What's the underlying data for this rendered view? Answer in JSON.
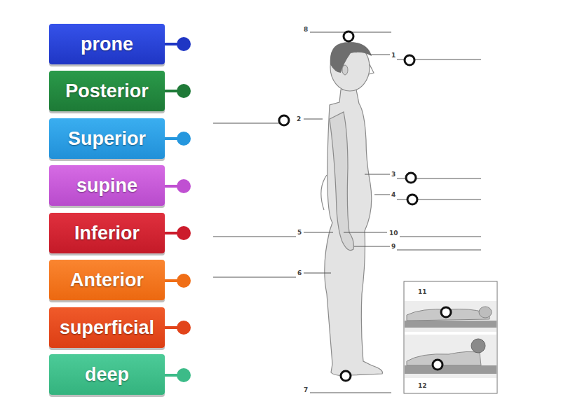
{
  "diagram": {
    "nodes": [
      {
        "text": [
          "prone"
        ]
      },
      {
        "text": [
          "Posterior"
        ]
      },
      {
        "text": [
          "Superior"
        ]
      },
      {
        "text": [
          "supine"
        ]
      },
      {
        "text": [
          "Inferior"
        ]
      },
      {
        "text": [
          "Anterior"
        ]
      },
      {
        "text": [
          "superficial"
        ]
      },
      {
        "text": [
          "deep"
        ]
      }
    ],
    "labels": [
      "8",
      "1",
      "2",
      "3",
      "4",
      "5",
      "10",
      "9",
      "6",
      "11",
      "12",
      "7"
    ]
  }
}
